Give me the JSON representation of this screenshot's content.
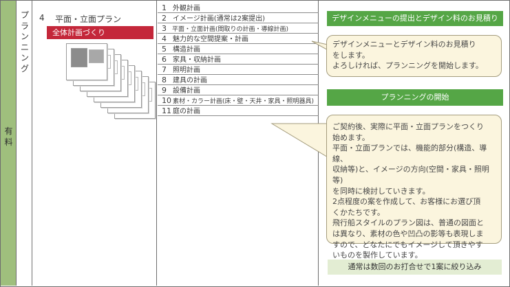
{
  "paid_label": [
    "有",
    "料"
  ],
  "planning_label": [
    "プ",
    "ラ",
    "ン",
    "ニ",
    "ン",
    "グ"
  ],
  "item": {
    "number": "4",
    "title": "平面・立面プラン",
    "tag": "全体計画づくり"
  },
  "list": [
    {
      "n": "1",
      "t": "外観計画"
    },
    {
      "n": "2",
      "t": "イメージ計画(通常は2案提出)"
    },
    {
      "n": "3",
      "t": "平面・立面計画(間取りの計画・導線計画)"
    },
    {
      "n": "4",
      "t": "魅力的な空間提案・計画"
    },
    {
      "n": "5",
      "t": "構造計画"
    },
    {
      "n": "6",
      "t": "家具・収納計画"
    },
    {
      "n": "7",
      "t": "照明計画"
    },
    {
      "n": "8",
      "t": "建具の計画"
    },
    {
      "n": "9",
      "t": "設備計画"
    },
    {
      "n": "10",
      "t": "素材・カラー計画(床・壁・天井・家具・照明器具)"
    },
    {
      "n": "11",
      "t": "庭の計画"
    }
  ],
  "right": {
    "bar1": "デザインメニューの提出とデザイン料のお見積り",
    "bubble1": [
      "デザインメニューとデザイン料のお見積り",
      "をします。",
      "よろしければ、プランニングを開始します。"
    ],
    "bar2": "プランニングの開始",
    "bubble2": [
      "ご契約後、実際に平面・立面プランをつくり",
      "始めます。",
      "平面・立面プランでは、機能的部分(構造、導線、",
      "収納等)と、イメージの方向(空間・家具・照明等)",
      "を同時に検討していきます。",
      "2点程度の案を作成して、お客様にお選び頂",
      "くかたちです。",
      "飛行船スタイルのプラン図は、普通の図面と",
      "は異なり、素材の色や凹凸の影等も表現しま",
      "すので、どなたにでもイメージして頂きやす",
      "いものを製作しています。"
    ],
    "bar3": "通常は数回のお打合せで1案に絞り込み"
  },
  "colors": {
    "paid_bg": "#9fbf7d",
    "tag_red": "#c4273a",
    "green": "#55a646",
    "pale_green": "#e3edd3",
    "bubble_bg": "#fbf5de"
  }
}
